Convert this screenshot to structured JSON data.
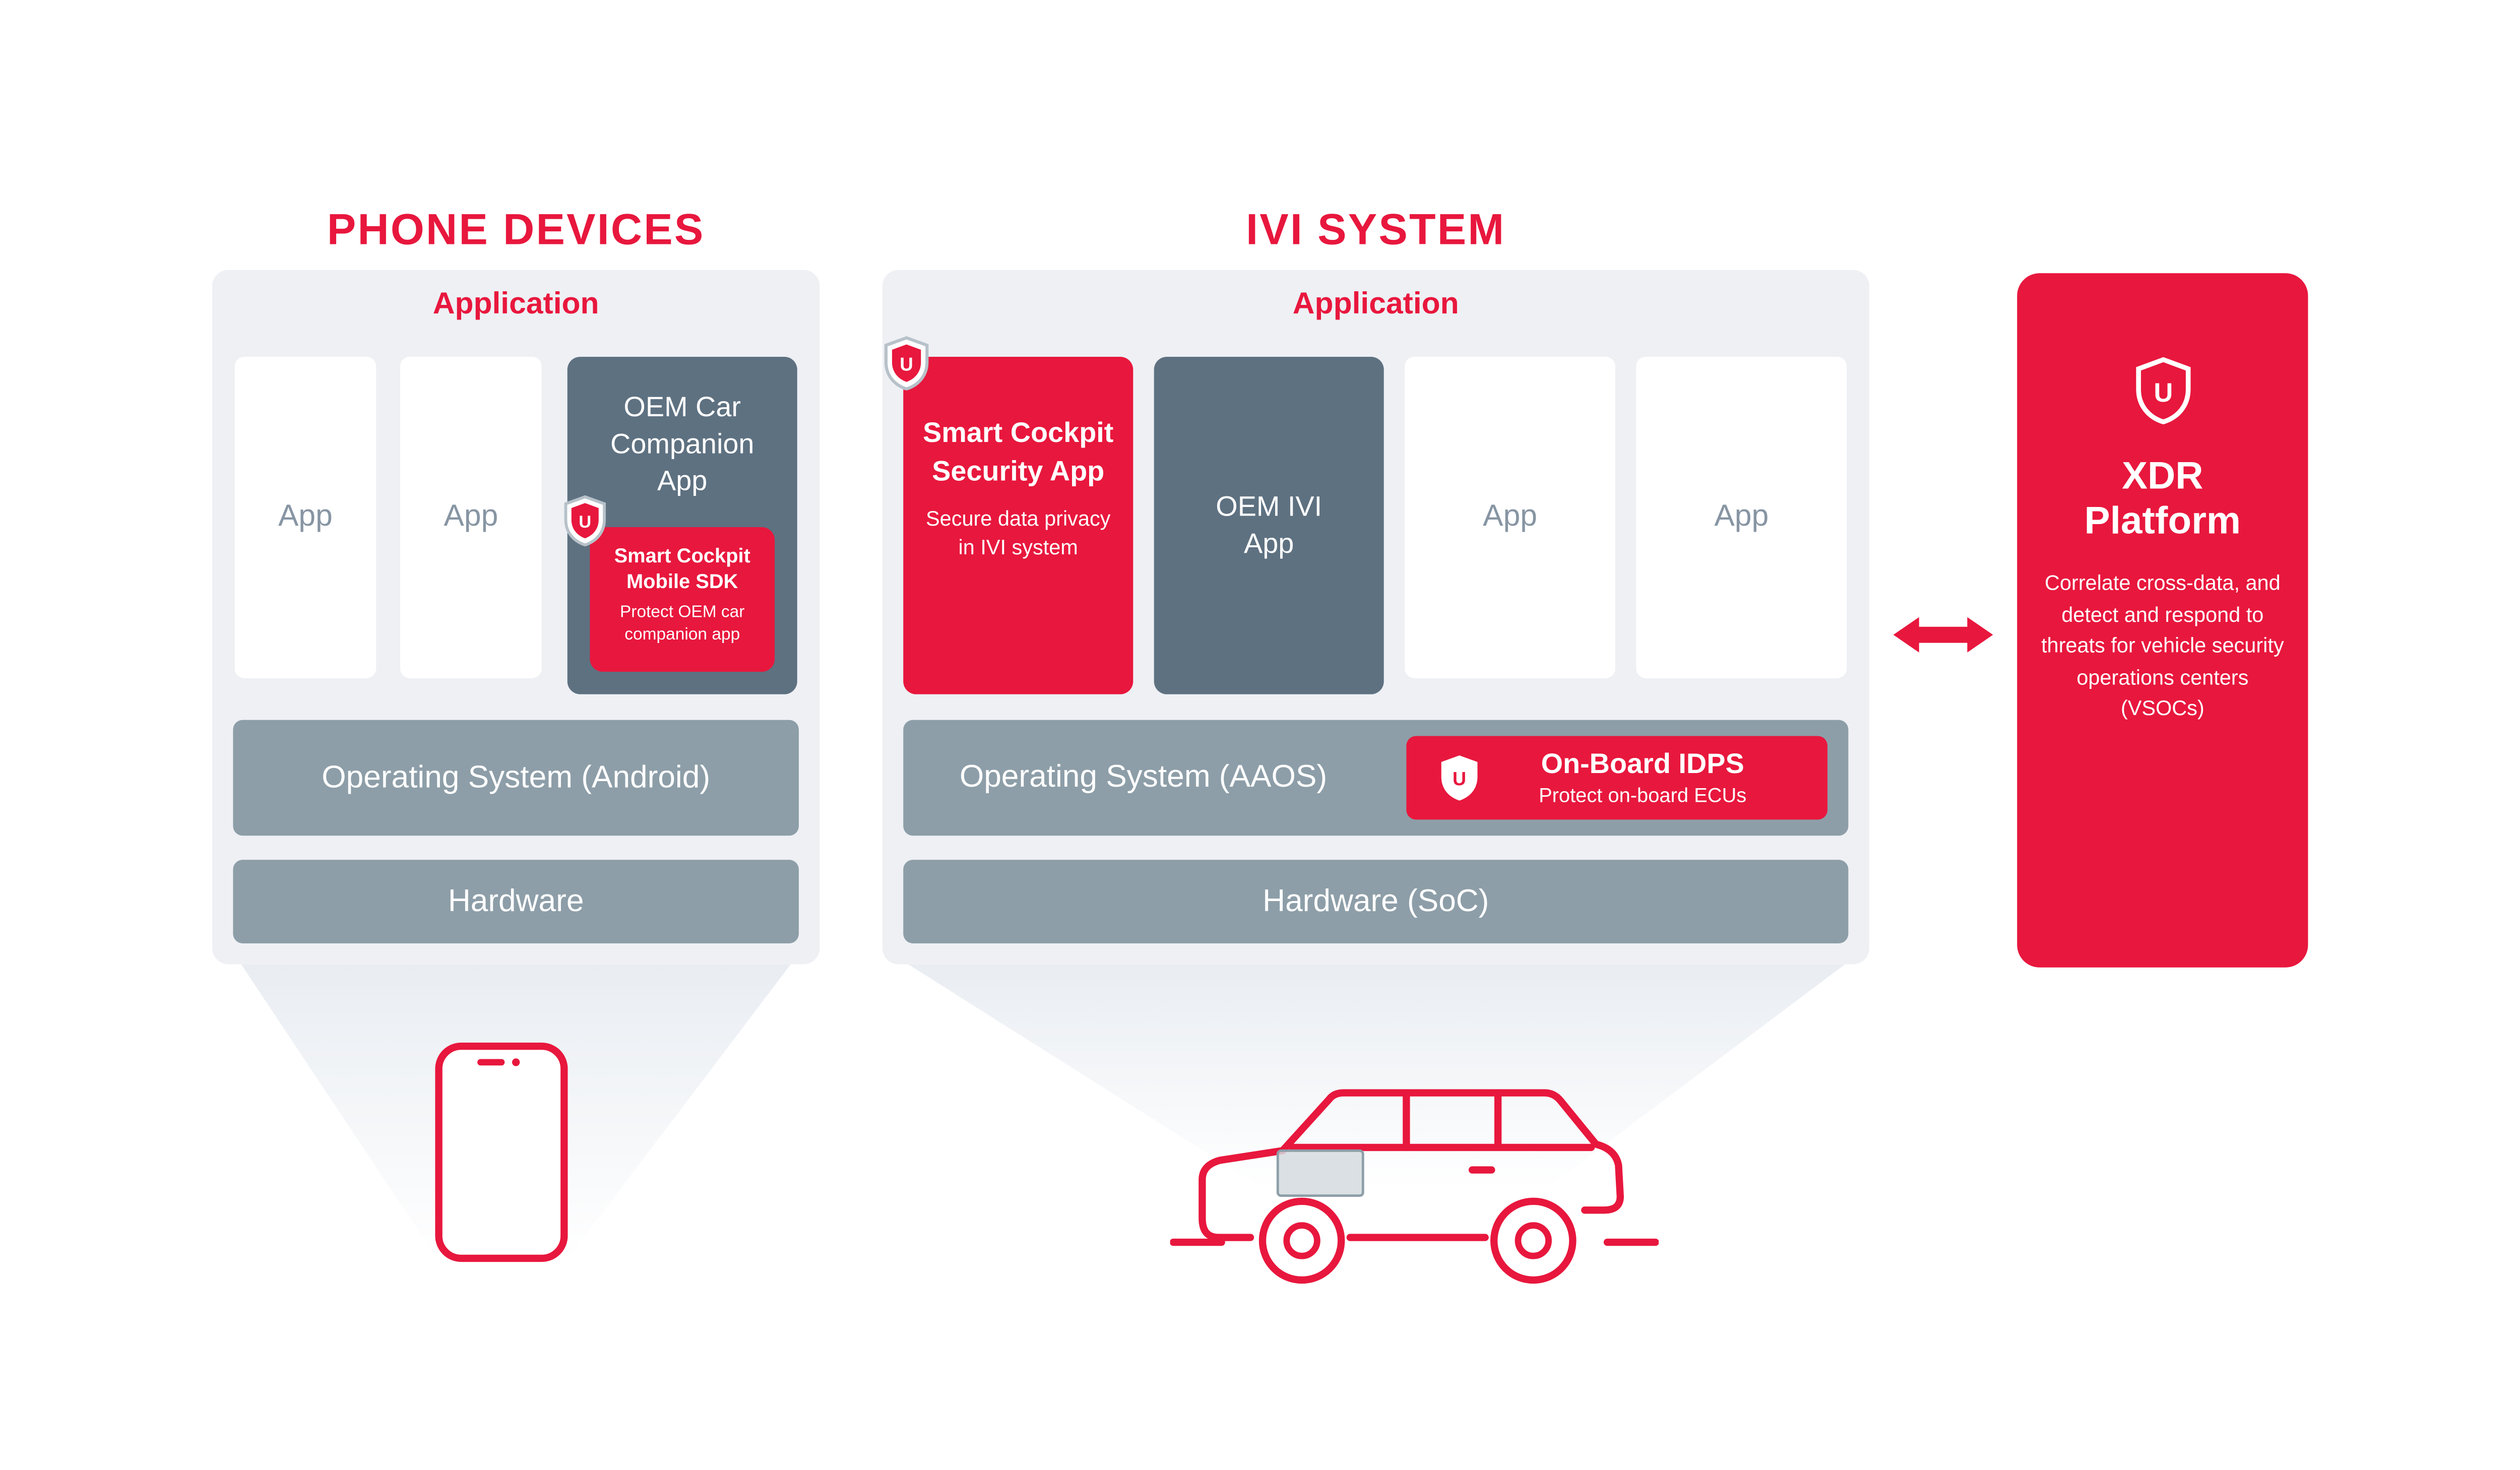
{
  "colors": {
    "brand_red": "#e8173d",
    "slate": "#5e7181",
    "gray_bar": "#8d9ea8",
    "panel_bg": "#eef0f4",
    "app_text": "#8795a3"
  },
  "phone_devices": {
    "title": "PHONE DEVICES",
    "application_label": "Application",
    "apps": [
      "App",
      "App"
    ],
    "oem_app": {
      "title": "OEM Car Companion App",
      "sdk_badge": {
        "title": "Smart Cockpit Mobile SDK",
        "subtitle": "Protect OEM car companion app",
        "icon": "shield-icon"
      }
    },
    "os_bar": "Operating System (Android)",
    "hardware_bar": "Hardware"
  },
  "ivi_system": {
    "title": "IVI SYSTEM",
    "application_label": "Application",
    "security_app": {
      "title": "Smart Cockpit Security App",
      "subtitle": "Secure data privacy in IVI system",
      "icon": "shield-icon"
    },
    "oem_ivi_app": "OEM IVI App",
    "apps": [
      "App",
      "App"
    ],
    "os_bar": "Operating System (AAOS)",
    "idps_badge": {
      "title": "On-Board IDPS",
      "subtitle": "Protect on-board ECUs",
      "icon": "shield-icon"
    },
    "hardware_bar": "Hardware (SoC)"
  },
  "xdr_platform": {
    "title": "XDR Platform",
    "description": "Correlate cross-data, and detect and respond to threats for vehicle security operations centers (VSOCs)",
    "icon": "shield-icon"
  },
  "illustrations": {
    "phone": "smartphone-illustration",
    "car": "car-illustration",
    "arrow": "bidirectional-arrow-icon"
  }
}
